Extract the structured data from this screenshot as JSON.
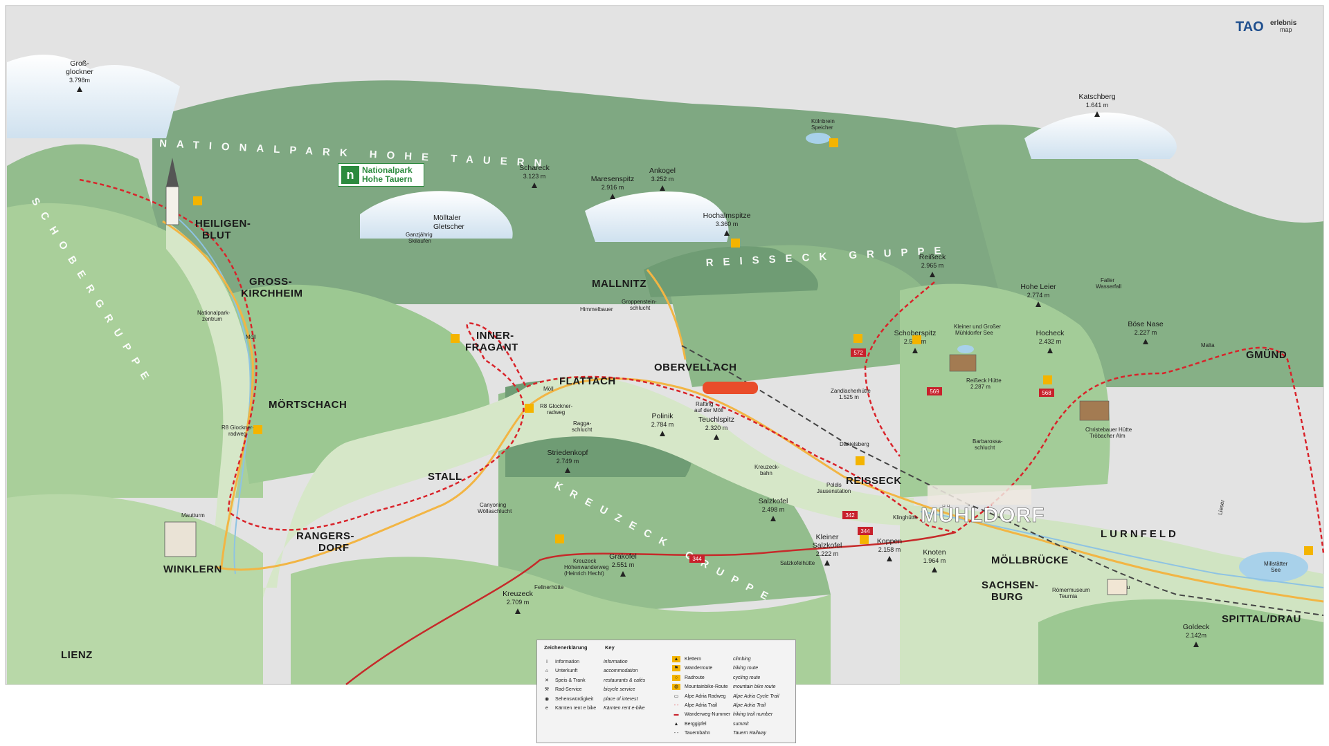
{
  "brand": {
    "logo_text": "TAO",
    "map_brand_line1": "erlebnis",
    "map_brand_line2": "map"
  },
  "np_logo": {
    "line1": "Nationalpark",
    "line2": "Hohe Tauern"
  },
  "ranges": {
    "nationalpark_hohe_tauern": "NATIONALPARK HOHE TAUERN",
    "schobergruppe": "SCHOBERGRUPPE",
    "reisseck_gruppe": "REISSECK GRUPPE",
    "kreuzeck_gruppe": "KREUZECK GRUPPE"
  },
  "towns": {
    "heiligenblut_1": "HEILIGEN-",
    "heiligenblut_2": "BLUT",
    "grosskirchheim_1": "GROSS-",
    "grosskirchheim_2": "KIRCHHEIM",
    "moertschach": "MÖRTSCHACH",
    "winklern": "WINKLERN",
    "rangersdorf_1": "RANGERS-",
    "rangersdorf_2": "DORF",
    "stall": "STALL",
    "innerfragant_1": "INNER-",
    "innerfragant_2": "FRAGANT",
    "flattach": "FLATTACH",
    "mallnitz": "MALLNITZ",
    "obervellach": "OBERVELLACH",
    "reisseck": "REISSECK",
    "muehldorf": "MÜHLDORF",
    "moellbruecke": "MÖLLBRÜCKE",
    "sachsenburg_1": "SACHSEN-",
    "sachsenburg_2": "BURG",
    "lurnfeld": "LURNFELD",
    "spittal": "SPITTAL/DRAU",
    "gmuend": "GMÜND",
    "lienz": "LIENZ"
  },
  "peaks": [
    {
      "id": "grossglockner",
      "name1": "Groß-",
      "name2": "glockner",
      "height": "3.798m"
    },
    {
      "id": "schareck",
      "name1": "Schareck",
      "height": "3.123 m"
    },
    {
      "id": "maresenspitz",
      "name1": "Maresenspitz",
      "height": "2.916 m"
    },
    {
      "id": "ankogel",
      "name1": "Ankogel",
      "height": "3.252 m"
    },
    {
      "id": "hochalmspitze",
      "name1": "Hochalmspitze",
      "height": "3.360 m"
    },
    {
      "id": "katschberg",
      "name1": "Katschberg",
      "height": "1.641 m"
    },
    {
      "id": "reisseck",
      "name1": "Reißeck",
      "height": "2.965 m"
    },
    {
      "id": "hoheleier",
      "name1": "Hohe Leier",
      "height": "2.774 m"
    },
    {
      "id": "schoberspitz",
      "name1": "Schoberspitz",
      "height": "2.573 m"
    },
    {
      "id": "hocheck",
      "name1": "Hocheck",
      "height": "2.432 m"
    },
    {
      "id": "boesenase",
      "name1": "Böse Nase",
      "height": "2.227 m"
    },
    {
      "id": "polinik",
      "name1": "Polinik",
      "height": "2.784 m"
    },
    {
      "id": "teuchlspitz",
      "name1": "Teuchlspitz",
      "height": "2.320 m"
    },
    {
      "id": "striedenkopf",
      "name1": "Striedenkopf",
      "height": "2.749 m"
    },
    {
      "id": "salzkofel",
      "name1": "Salzkofel",
      "height": "2.498 m"
    },
    {
      "id": "kleinersalzkofel",
      "name1": "Kleiner",
      "name2": "Salzkofel",
      "height": "2.222 m"
    },
    {
      "id": "koppen",
      "name1": "Koppen",
      "height": "2.158 m"
    },
    {
      "id": "knoten",
      "name1": "Knoten",
      "height": "1.964 m"
    },
    {
      "id": "grakofel",
      "name1": "Grakofel",
      "height": "2.551 m"
    },
    {
      "id": "kreuzeck",
      "name1": "Kreuzeck",
      "height": "2.709 m"
    },
    {
      "id": "goldeck",
      "name1": "Goldeck",
      "height": "2.142m"
    }
  ],
  "pois": {
    "moelltaler_1": "Mölltaler",
    "moelltaler_2": "Gletscher",
    "ganzjaehrig_1": "Ganzjährig",
    "ganzjaehrig_2": "Skilaufen",
    "koelnbrein_1": "Kölnbrein",
    "koelnbrein_2": "Speicher",
    "nationalpark_1": "Nationalpark-",
    "nationalpark_2": "zentrum",
    "himmelbauer": "Himmelbauer",
    "groppenstein_1": "Groppenstein-",
    "groppenstein_2": "schlucht",
    "rafting_1": "Rafting",
    "rafting_2": "auf der Möll",
    "r8_glockner_1": "R8 Glockner-",
    "r8_glockner_2": "radweg",
    "r8_glockner_b1": "R8 Glockner-",
    "r8_glockner_b2": "radweg",
    "ragga_1": "Ragga-",
    "ragga_2": "schlucht",
    "canyoning_1": "Canyoning",
    "canyoning_2": "Wöllaschlucht",
    "mautturm": "Mautturm",
    "faller_1": "Faller",
    "faller_2": "Wasserfall",
    "moelldorfer_1": "Kleiner und Großer",
    "moelldorfer_2": "Mühldorfer See",
    "reisseckhuette_1": "Reißeck Hütte",
    "reisseckhuette_2": "2.287 m",
    "zandlacher_1": "Zandlacherhütte",
    "zandlacher_2": "1.525 m",
    "christebauer_1": "Christebauer Hütte",
    "christebauer_2": "Tröbacher Alm",
    "danielsberg": "Danielsberg",
    "barbarossa_1": "Barbarossa-",
    "barbarossa_2": "schlucht",
    "kreuzeckbahn_1": "Kreuzeck-",
    "kreuzeckbahn_2": "bahn",
    "poldis_1": "Poldis",
    "poldis_2": "Jausenstation",
    "klinghuette": "Klinghütte",
    "salzkofelhuette": "Salzkofelhütte",
    "kreuzeckweg_1": "Kreuzeck",
    "kreuzeckweg_2": "Höhenwanderweg",
    "kreuzeckweg_3": "(Heinrich Hecht)",
    "fellnerhuette": "Fellnerhütte",
    "roemermuseum_1": "Römermuseum",
    "roemermuseum_2": "Teurnia",
    "moellstaetter_1": "Millstätter",
    "moellstaetter_2": "See",
    "drau": "Drau",
    "malta": "Malta",
    "moell_1": "Möll",
    "moell_2": "Möll",
    "lieser": "Lieser"
  },
  "trail_numbers": [
    "572",
    "569",
    "568",
    "342",
    "344",
    "344"
  ],
  "legend": {
    "title_de": "Zeichenerklärung",
    "title_en": "Key",
    "left": [
      {
        "de": "Information",
        "en": "information",
        "icon": "info-icon"
      },
      {
        "de": "Unterkunft",
        "en": "accommodation",
        "icon": "bed-icon"
      },
      {
        "de": "Speis & Trank",
        "en": "restaurants & cafés",
        "icon": "cutlery-icon"
      },
      {
        "de": "Rad-Service",
        "en": "bicycle service",
        "icon": "wrench-icon"
      },
      {
        "de": "Sehenswürdigkeit",
        "en": "place of interest",
        "icon": "eye-icon"
      },
      {
        "de": "Kärnten rent e bike",
        "en": "Kärnten rent e-bike",
        "icon": "ebike-icon"
      }
    ],
    "right": [
      {
        "de": "Klettern",
        "en": "climbing",
        "icon": "climbing-icon"
      },
      {
        "de": "Wanderroute",
        "en": "hiking route",
        "icon": "hiking-icon"
      },
      {
        "de": "Radroute",
        "en": "cycling route",
        "icon": "cycling-icon"
      },
      {
        "de": "Mountainbike-Route",
        "en": "mountain bike route",
        "icon": "mtb-icon"
      },
      {
        "de": "Alpe Adria Radweg",
        "en": "Alpe Adria Cycle Trail",
        "icon": "cycle-trail-icon"
      },
      {
        "de": "Alpe Adria Trail",
        "en": "Alpe Adria Trail",
        "icon": "trail-icon"
      },
      {
        "de": "Wanderweg-Nummer",
        "en": "hiking trail number",
        "icon": "trail-number-icon"
      },
      {
        "de": "Berggipfel",
        "en": "summit",
        "icon": "summit-icon"
      },
      {
        "de": "Tauernbahn",
        "en": "Tauern Railway",
        "icon": "railway-icon"
      }
    ]
  },
  "colors": {
    "background": "#e3e3e3",
    "snow": "#dbe9f4",
    "mountain_dark": "#7fa882",
    "mountain_mid": "#93bd8d",
    "mountain_light": "#a9cf9a",
    "valley": "#c7dfb6",
    "road": "#f2b544",
    "alpe_adria_trail": "#d9232a",
    "trail_badge": "#c8202b",
    "water": "#a8d1ea",
    "railway": "#444444",
    "hiking_icon_bg": "#f4b400"
  }
}
